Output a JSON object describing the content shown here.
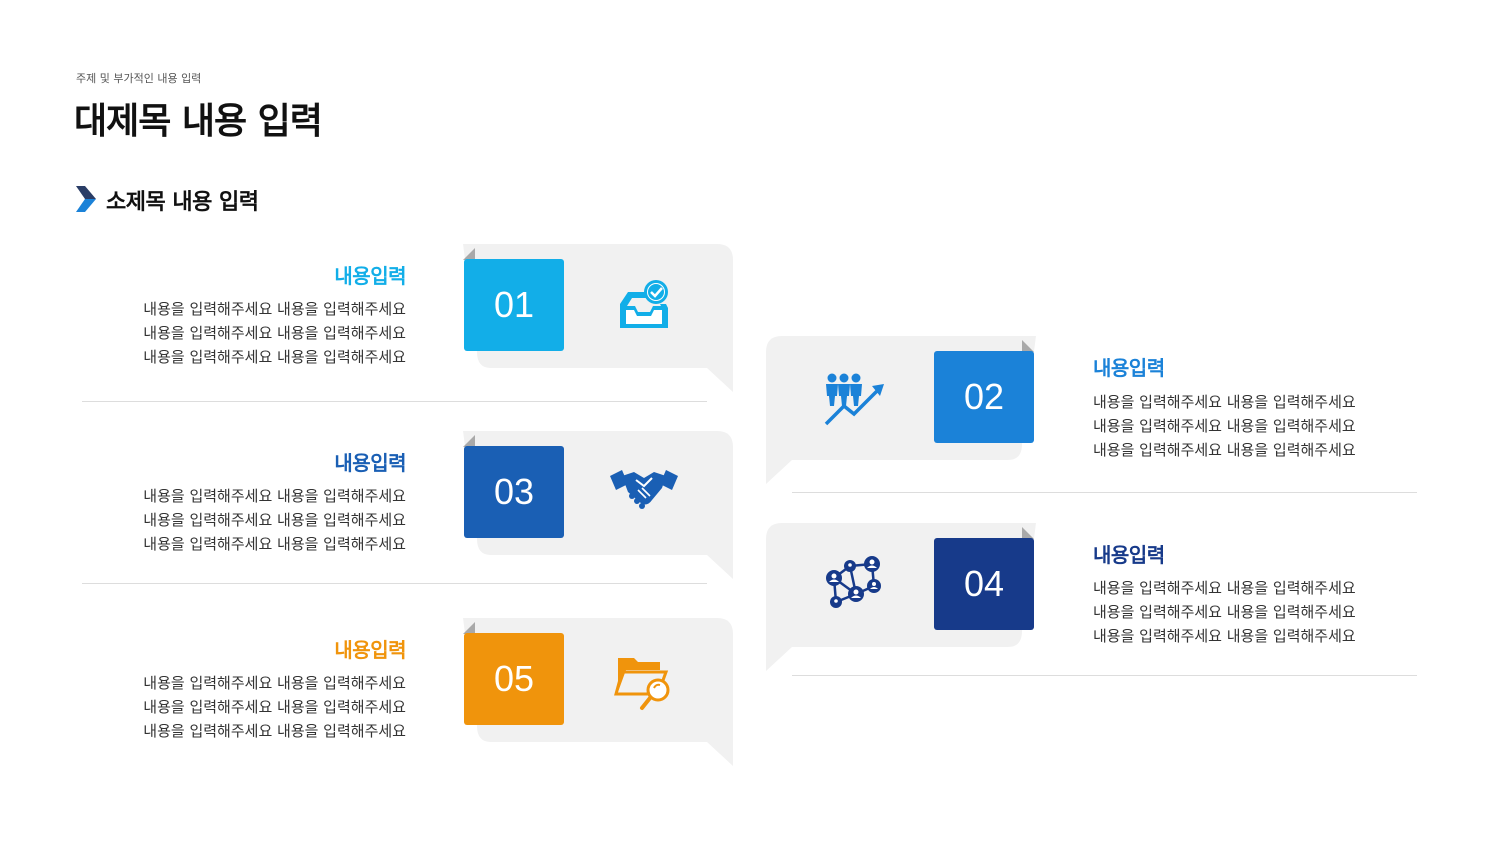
{
  "header": {
    "supertitle": "주제 및 부가적인 내용 입력",
    "title": "대제목 내용 입력",
    "subtitle": "소제목 내용 입력"
  },
  "colors": {
    "c01": "#12aee8",
    "c02": "#1b82d8",
    "c03": "#1a5fb4",
    "c04": "#173a8a",
    "c05": "#f0940c",
    "bubble": "#f1f1f1"
  },
  "items": [
    {
      "number": "01",
      "title": "내용입력",
      "icon": "inbox-check-icon",
      "lines": [
        "내용을 입력해주세요 내용을 입력해주세요",
        "내용을 입력해주세요 내용을 입력해주세요",
        "내용을 입력해주세요 내용을 입력해주세요"
      ]
    },
    {
      "number": "02",
      "title": "내용입력",
      "icon": "team-growth-icon",
      "lines": [
        "내용을 입력해주세요 내용을 입력해주세요",
        "내용을 입력해주세요 내용을 입력해주세요",
        "내용을 입력해주세요 내용을 입력해주세요"
      ]
    },
    {
      "number": "03",
      "title": "내용입력",
      "icon": "handshake-icon",
      "lines": [
        "내용을 입력해주세요 내용을 입력해주세요",
        "내용을 입력해주세요 내용을 입력해주세요",
        "내용을 입력해주세요 내용을 입력해주세요"
      ]
    },
    {
      "number": "04",
      "title": "내용입력",
      "icon": "network-people-icon",
      "lines": [
        "내용을 입력해주세요 내용을 입력해주세요",
        "내용을 입력해주세요 내용을 입력해주세요",
        "내용을 입력해주세요 내용을 입력해주세요"
      ]
    },
    {
      "number": "05",
      "title": "내용입력",
      "icon": "folder-search-icon",
      "lines": [
        "내용을 입력해주세요 내용을 입력해주세요",
        "내용을 입력해주세요 내용을 입력해주세요",
        "내용을 입력해주세요 내용을 입력해주세요"
      ]
    }
  ]
}
